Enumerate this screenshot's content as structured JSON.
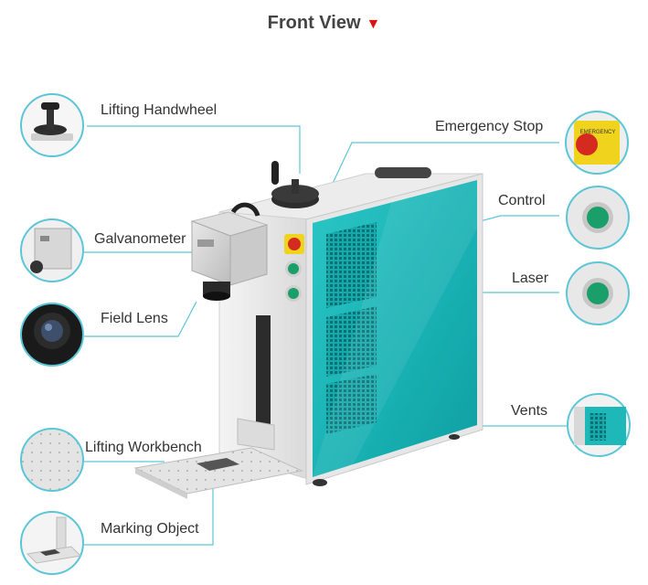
{
  "header": {
    "title": "Front View",
    "marker": "▼"
  },
  "callouts": {
    "lifting_handwheel": "Lifting Handwheel",
    "galvanometer": "Galvanometer",
    "field_lens": "Field Lens",
    "lifting_workbench": "Lifting Workbench",
    "marking_object": "Marking Object",
    "emergency_stop": "Emergency Stop",
    "control": "Control",
    "laser": "Laser",
    "vents": "Vents"
  },
  "emergency_sticker": "EMERGENCY",
  "colors": {
    "callout_line": "#5bc6d6",
    "panel_teal": "#1fb8b8",
    "title_marker": "#e01010",
    "button_green": "#1a9e6a",
    "estop_red": "#d42a20"
  }
}
